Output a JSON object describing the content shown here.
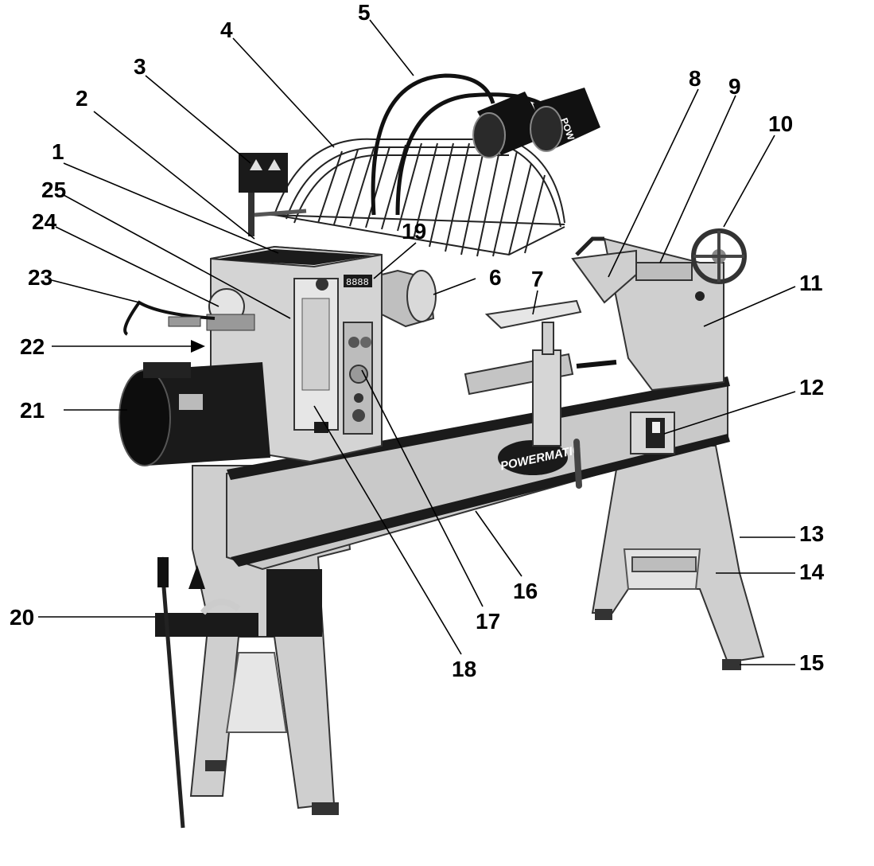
{
  "diagram": {
    "callouts": [
      {
        "id": "c1",
        "label": "1"
      },
      {
        "id": "c2",
        "label": "2"
      },
      {
        "id": "c3",
        "label": "3"
      },
      {
        "id": "c4",
        "label": "4"
      },
      {
        "id": "c5",
        "label": "5"
      },
      {
        "id": "c6",
        "label": "6"
      },
      {
        "id": "c7",
        "label": "7"
      },
      {
        "id": "c8",
        "label": "8"
      },
      {
        "id": "c9",
        "label": "9"
      },
      {
        "id": "c10",
        "label": "10"
      },
      {
        "id": "c11",
        "label": "11"
      },
      {
        "id": "c12",
        "label": "12"
      },
      {
        "id": "c13",
        "label": "13"
      },
      {
        "id": "c14",
        "label": "14"
      },
      {
        "id": "c15",
        "label": "15"
      },
      {
        "id": "c16",
        "label": "16"
      },
      {
        "id": "c17",
        "label": "17"
      },
      {
        "id": "c18",
        "label": "18"
      },
      {
        "id": "c19",
        "label": "19"
      },
      {
        "id": "c20",
        "label": "20"
      },
      {
        "id": "c21",
        "label": "21"
      },
      {
        "id": "c22",
        "label": "22"
      },
      {
        "id": "c23",
        "label": "23"
      },
      {
        "id": "c24",
        "label": "24"
      },
      {
        "id": "c25",
        "label": "25"
      }
    ],
    "brand_text": "POWERMATIC",
    "lamp_text": "POW",
    "display_text": "8888",
    "colors": {
      "casting": "#cfcfcf",
      "casting_dark": "#a9a9a9",
      "casting_shadow": "#8a8a8a",
      "black": "#111111",
      "white": "#ffffff"
    }
  }
}
